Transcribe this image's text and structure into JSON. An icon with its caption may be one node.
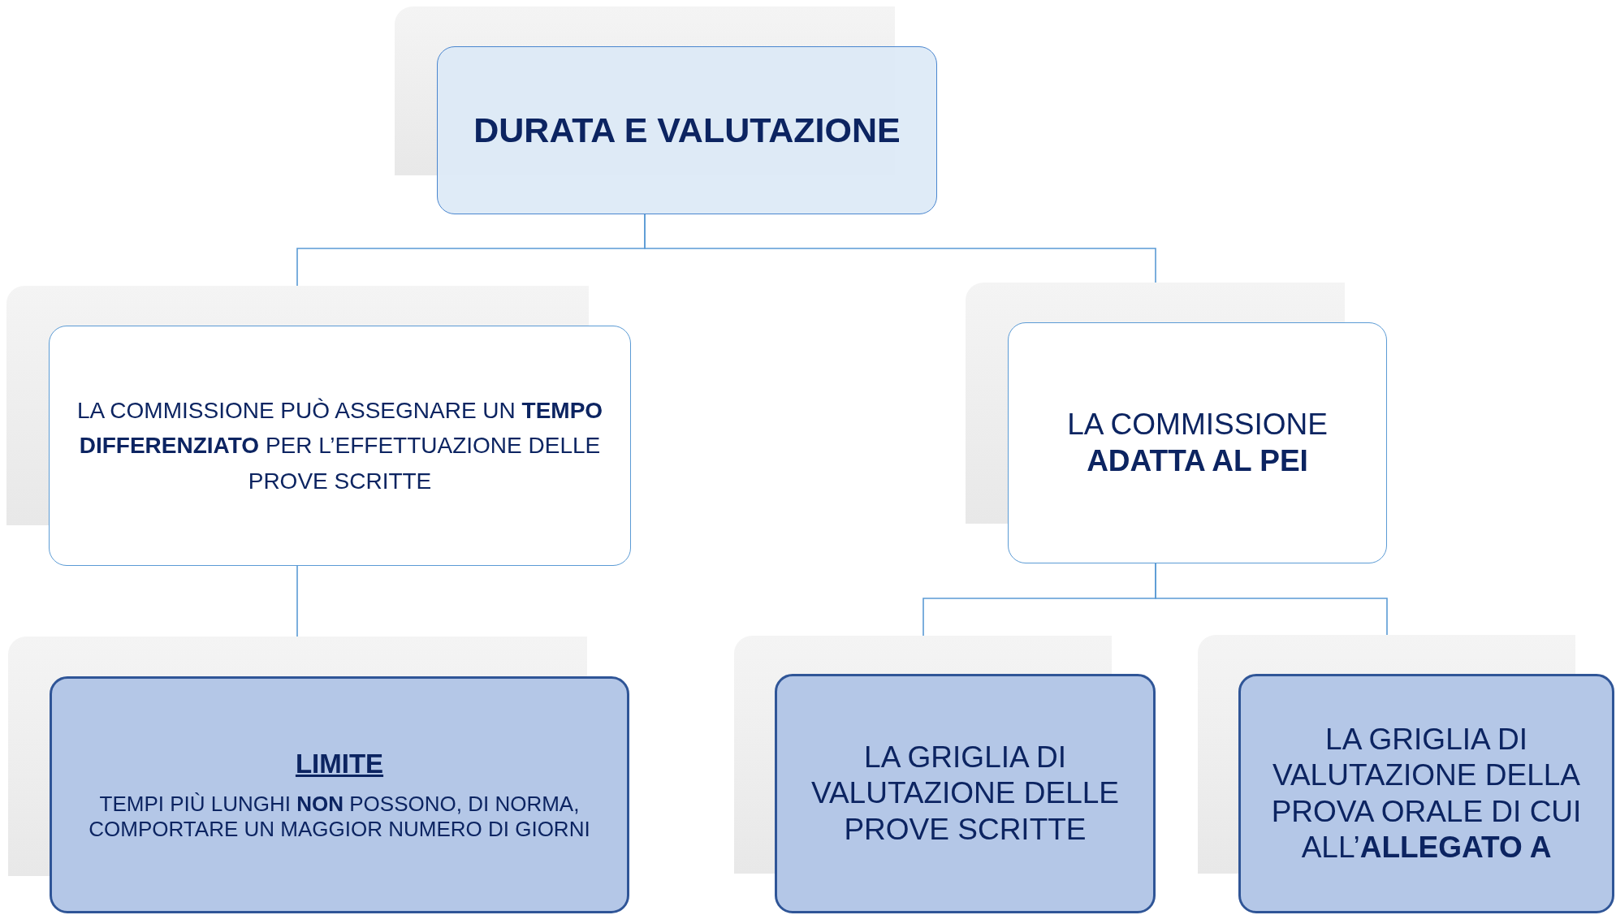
{
  "diagram": {
    "nodes": [
      {
        "text": [
          "DURATA E VALUTAZIONE"
        ]
      },
      {
        "text": [
          "LA COMMISSIONE PUÒ ASSEGNARE UN **TEMPO DIFFERENZIATO** PER L’EFFETTUAZIONE DELLE PROVE SCRITTE"
        ]
      },
      {
        "text": [
          "LA COMMISSIONE **ADATTA AL PEI**"
        ]
      },
      {
        "text": [
          "LIMITE",
          "TEMPI PIÙ LUNGHI **NON** POSSONO, DI NORMA, COMPORTARE UN MAGGIOR NUMERO DI GIORNI"
        ]
      },
      {
        "text": [
          "LA GRIGLIA DI VALUTAZIONE DELLE PROVE SCRITTE"
        ]
      },
      {
        "text": [
          "LA GRIGLIA DI VALUTAZIONE DELLA PROVA ORALE DI CUI ALL’**ALLEGATO A**"
        ]
      }
    ],
    "edges": [
      {
        "from": 0,
        "to": 1,
        "arrow": "none"
      },
      {
        "from": 0,
        "to": 2,
        "arrow": "none"
      },
      {
        "from": 1,
        "to": 3,
        "arrow": "none"
      },
      {
        "from": 2,
        "to": 4,
        "arrow": "none"
      },
      {
        "from": 2,
        "to": 5,
        "arrow": "none"
      }
    ]
  }
}
